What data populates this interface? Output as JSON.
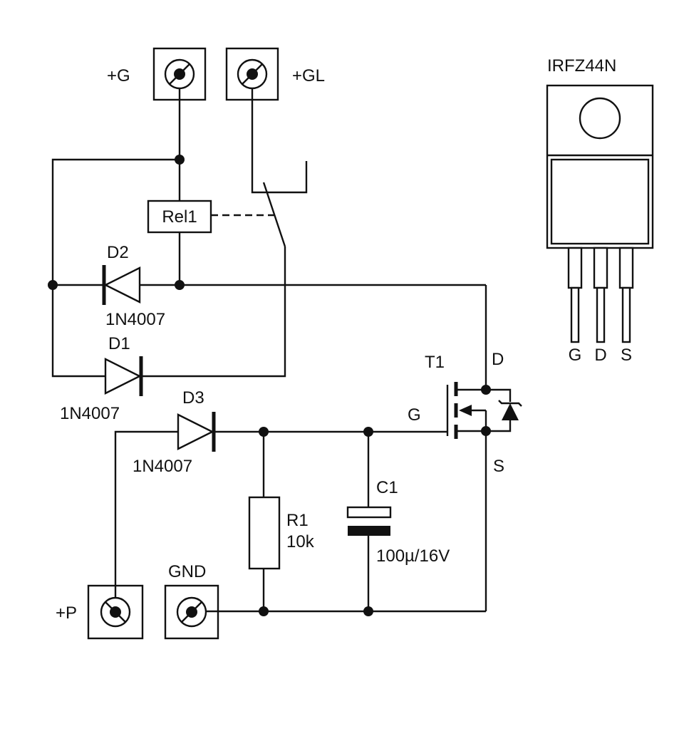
{
  "terminals": {
    "g": "+G",
    "gl": "+GL",
    "p": "+P",
    "gnd": "GND"
  },
  "relay": {
    "label": "Rel1"
  },
  "diodes": {
    "d1": {
      "name": "D1",
      "part": "1N4007"
    },
    "d2": {
      "name": "D2",
      "part": "1N4007"
    },
    "d3": {
      "name": "D3",
      "part": "1N4007"
    }
  },
  "resistor": {
    "name": "R1",
    "value": "10k"
  },
  "capacitor": {
    "name": "C1",
    "value": "100µ/16V"
  },
  "transistor": {
    "name": "T1",
    "gate": "G",
    "drain": "D",
    "source": "S"
  },
  "package": {
    "title": "IRFZ44N",
    "pins": [
      "G",
      "D",
      "S"
    ]
  }
}
